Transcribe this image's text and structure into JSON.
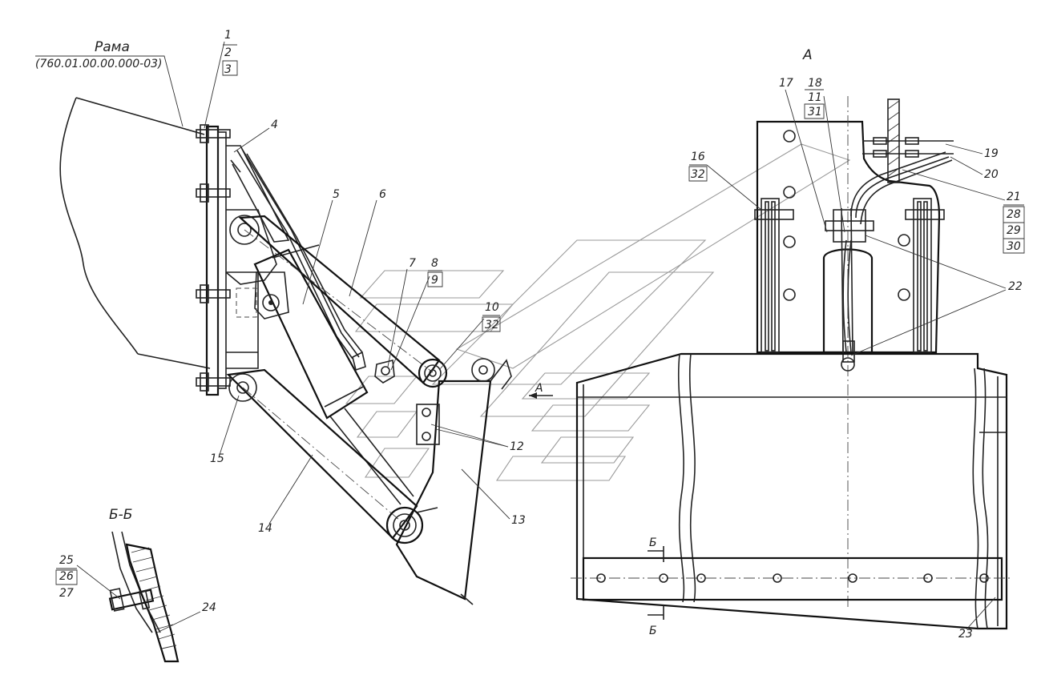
{
  "frame": {
    "name": "Рама",
    "code": "(760.01.00.00.000-03)"
  },
  "view_a_title": "А",
  "section_title": "Б-Б",
  "section_mark": "Б",
  "view_arrow": "А",
  "callouts": {
    "c1": "1",
    "c2": "2",
    "c3": "3",
    "c4": "4",
    "c5": "5",
    "c6": "6",
    "c7": "7",
    "c8": "8",
    "c9": "9",
    "c10": "10",
    "c32a": "32",
    "c12": "12",
    "c13": "13",
    "c14": "14",
    "c15": "15",
    "c16": "16",
    "c32b": "32",
    "c17": "17",
    "c18": "18",
    "c11": "11",
    "c31": "31",
    "c19": "19",
    "c20": "20",
    "c21": "21",
    "c28": "28",
    "c29": "29",
    "c30": "30",
    "c22": "22",
    "c23": "23",
    "c24": "24",
    "c25": "25",
    "c26": "26",
    "c27": "27"
  }
}
